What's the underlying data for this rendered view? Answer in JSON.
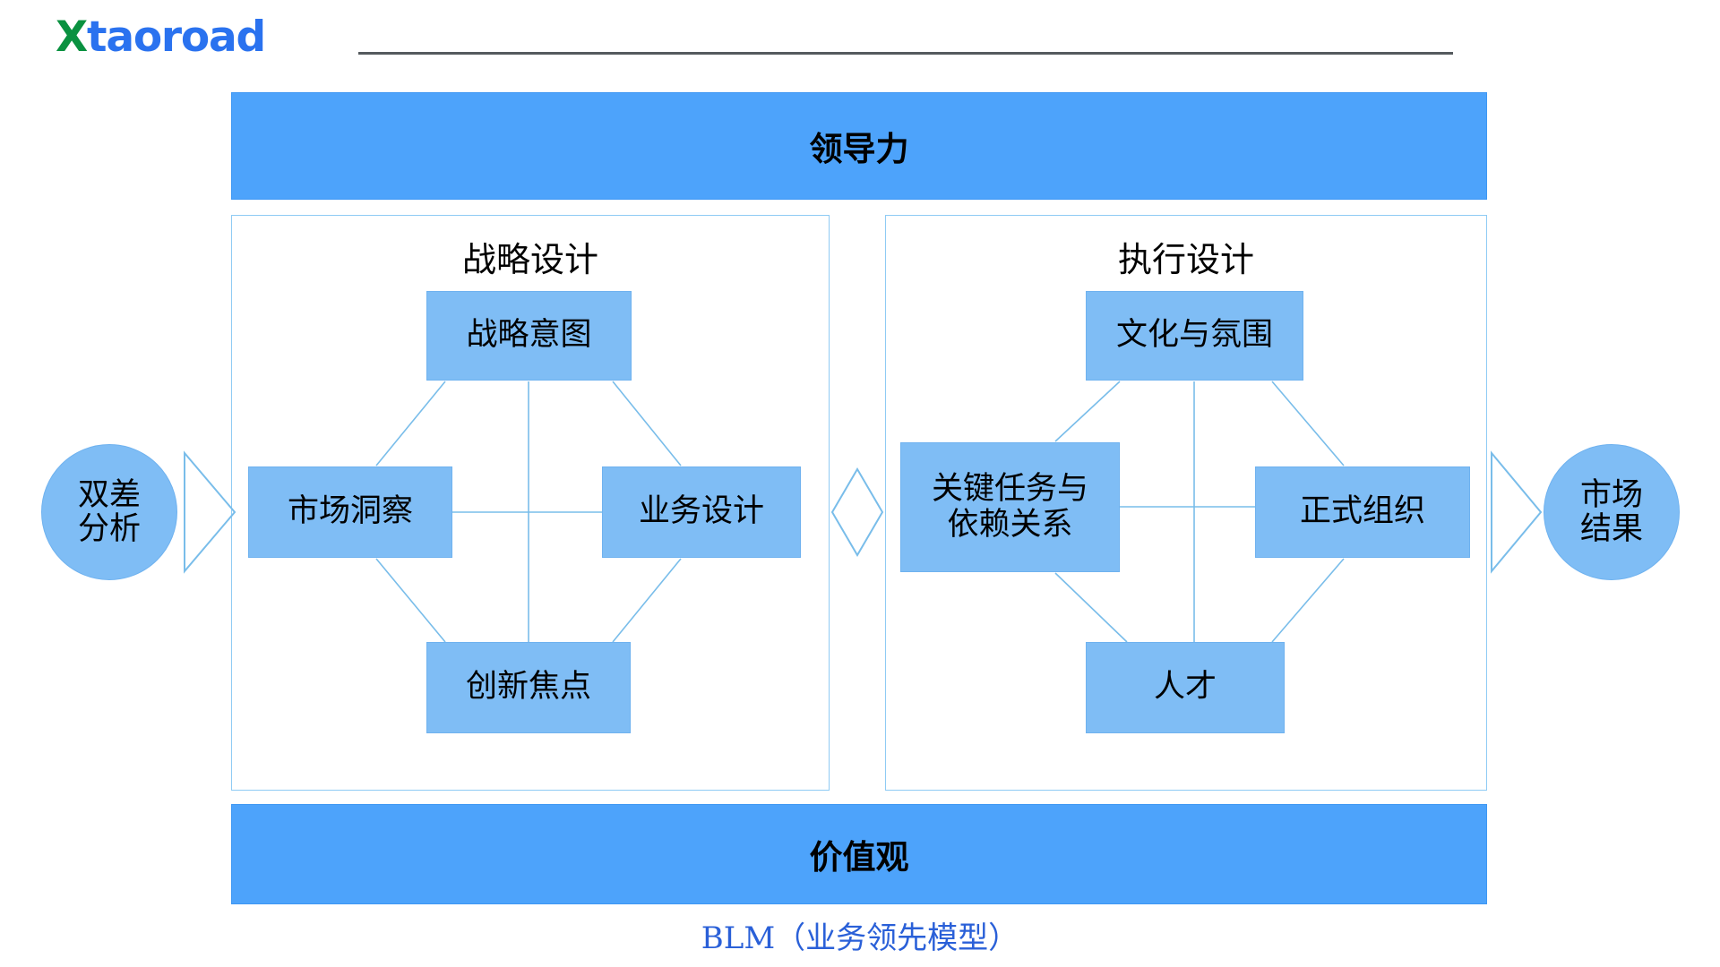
{
  "brand": {
    "logo_x": "X",
    "logo_rest": "taoroad"
  },
  "diagram": {
    "top_band": {
      "label": "领导力"
    },
    "bottom_band": {
      "label": "价值观"
    },
    "left_endpoint": {
      "line1": "双差",
      "line2": "分析"
    },
    "right_endpoint": {
      "line1": "市场",
      "line2": "结果"
    },
    "panels": [
      {
        "title": "战略设计",
        "nodes": {
          "top": "战略意图",
          "left": "市场洞察",
          "right": "业务设计",
          "bottom": "创新焦点"
        }
      },
      {
        "title": "执行设计",
        "nodes": {
          "top": "文化与氛围",
          "left_line1": "关键任务与",
          "left_line2": "依赖关系",
          "right": "正式组织",
          "bottom": "人才"
        }
      }
    ]
  },
  "caption": "BLM（业务领先模型）",
  "colors": {
    "band_blue": "#4da3fb",
    "node_blue": "#7fbdf5",
    "outline_blue": "#8fcbf4",
    "caption_blue": "#2a60d8",
    "logo_green": "#0a9140",
    "logo_blue": "#2a72ef",
    "rule_gray": "#555a5e"
  }
}
